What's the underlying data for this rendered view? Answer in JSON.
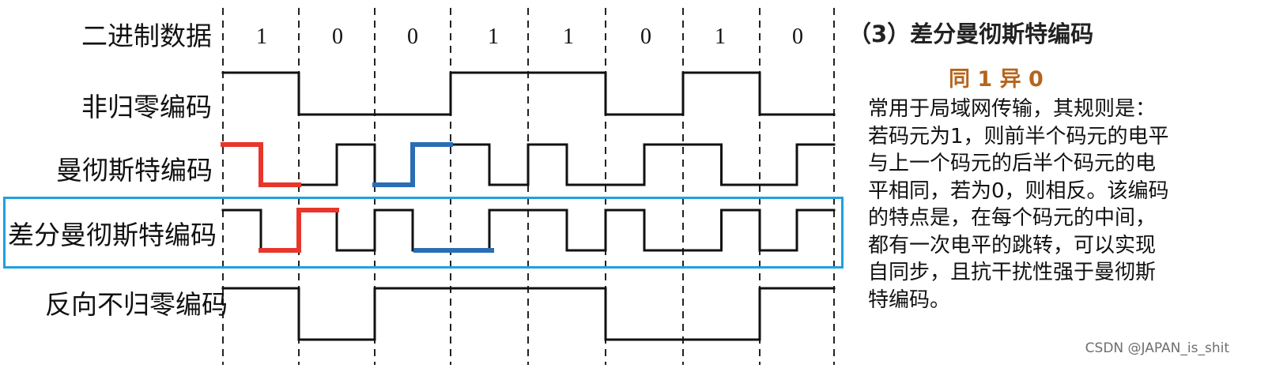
{
  "row_labels": {
    "binary": "二进制数据",
    "nrz": "非归零编码",
    "manchester": "曼彻斯特编码",
    "diff_manchester": "差分曼彻斯特编码",
    "nrzi": "反向不归零编码"
  },
  "bits": [
    "1",
    "0",
    "0",
    "1",
    "1",
    "0",
    "1",
    "0"
  ],
  "panel": {
    "title": "（3）差分曼彻斯特编码",
    "subtitle": "同 1 异 0",
    "description_lines": [
      "常用于局域网传输，其规则是：",
      "若码元为1，则前半个码元的电平",
      "与上一个码元的后半个码元的电",
      "平相同，若为0，则相反。该编码",
      "的特点是，在每个码元的中间，",
      "都有一次电平的跳转，可以实现",
      "自同步，且抗干扰性强于曼彻斯",
      "特编码。"
    ]
  },
  "watermark": "CSDN @JAPAN_is_shit",
  "colors": {
    "signal": "#111111",
    "highlight_red": "#e8362b",
    "highlight_blue": "#2a6db5",
    "frame": "#1fa0de",
    "subtitle": "#b5651d"
  }
}
